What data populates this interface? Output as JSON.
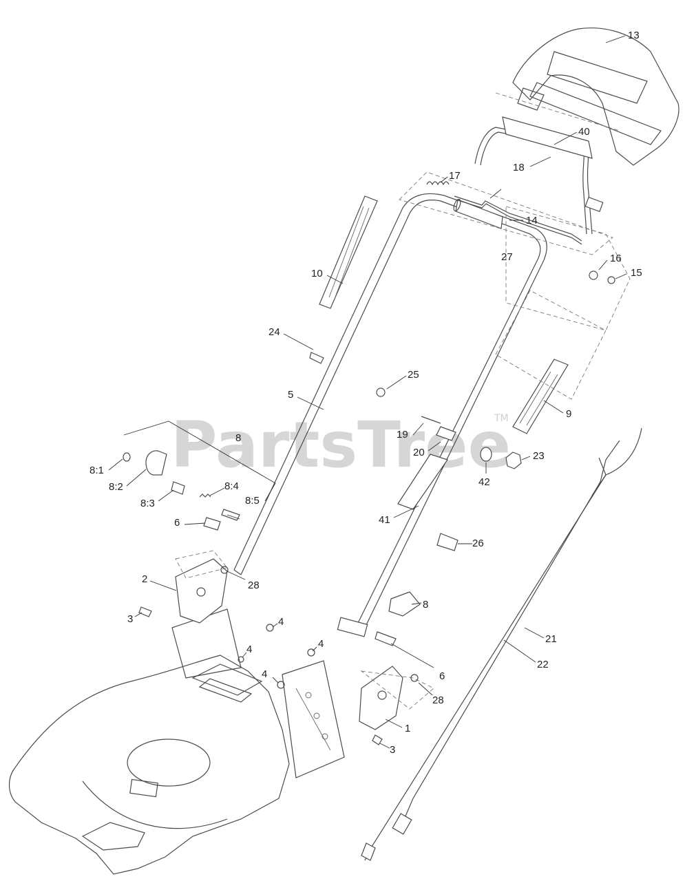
{
  "watermark": {
    "text": "PartsTree",
    "tm": "TM"
  },
  "callouts": [
    {
      "id": "c13",
      "text": "13"
    },
    {
      "id": "c40",
      "text": "40"
    },
    {
      "id": "c18",
      "text": "18"
    },
    {
      "id": "c17",
      "text": "17"
    },
    {
      "id": "c14",
      "text": "14"
    },
    {
      "id": "c27",
      "text": "27"
    },
    {
      "id": "c16",
      "text": "16"
    },
    {
      "id": "c15",
      "text": "15"
    },
    {
      "id": "c10",
      "text": "10"
    },
    {
      "id": "c24",
      "text": "24"
    },
    {
      "id": "c25",
      "text": "25"
    },
    {
      "id": "c5",
      "text": "5"
    },
    {
      "id": "c9",
      "text": "9"
    },
    {
      "id": "c19",
      "text": "19"
    },
    {
      "id": "c8a",
      "text": "8"
    },
    {
      "id": "c20",
      "text": "20"
    },
    {
      "id": "c23",
      "text": "23"
    },
    {
      "id": "c8_1",
      "text": "8:1"
    },
    {
      "id": "c42",
      "text": "42"
    },
    {
      "id": "c8_2",
      "text": "8:2"
    },
    {
      "id": "c8_4",
      "text": "8:4"
    },
    {
      "id": "c8_3",
      "text": "8:3"
    },
    {
      "id": "c8_5",
      "text": "8:5"
    },
    {
      "id": "c41",
      "text": "41"
    },
    {
      "id": "c6a",
      "text": "6"
    },
    {
      "id": "c26",
      "text": "26"
    },
    {
      "id": "c28a",
      "text": "28"
    },
    {
      "id": "c2",
      "text": "2"
    },
    {
      "id": "c8b",
      "text": "8"
    },
    {
      "id": "c3a",
      "text": "3"
    },
    {
      "id": "c4a",
      "text": "4"
    },
    {
      "id": "c21",
      "text": "21"
    },
    {
      "id": "c4b",
      "text": "4"
    },
    {
      "id": "c4c",
      "text": "4"
    },
    {
      "id": "c22",
      "text": "22"
    },
    {
      "id": "c4d",
      "text": "4"
    },
    {
      "id": "c6b",
      "text": "6"
    },
    {
      "id": "c28b",
      "text": "28"
    },
    {
      "id": "c1",
      "text": "1"
    },
    {
      "id": "c3b",
      "text": "3"
    }
  ]
}
